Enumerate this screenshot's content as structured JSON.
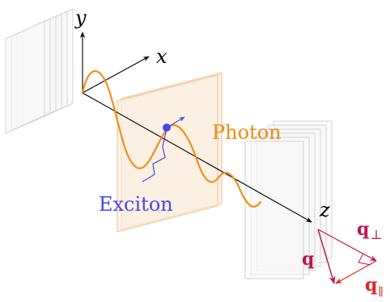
{
  "axes": {
    "x_label": "x",
    "y_label": "y",
    "z_label": "z"
  },
  "labels": {
    "photon": "Photon",
    "exciton": "Exciton",
    "q": "q",
    "q_perp_main": "q",
    "q_perp_sub": "⊥",
    "q_par_main": "q",
    "q_par_sub": "∥"
  },
  "colors": {
    "photon": "#f08a0f",
    "photon_plane_stroke": "#f2c89e",
    "photon_plane_fill": "#fbeee0",
    "exciton": "#4747e6",
    "q_vector": "#c0134f",
    "q_components": "#e0241f",
    "mirror_stroke": "#d4d4d4",
    "mirror_fill": "#f7f7f7",
    "axis": "#000000"
  }
}
